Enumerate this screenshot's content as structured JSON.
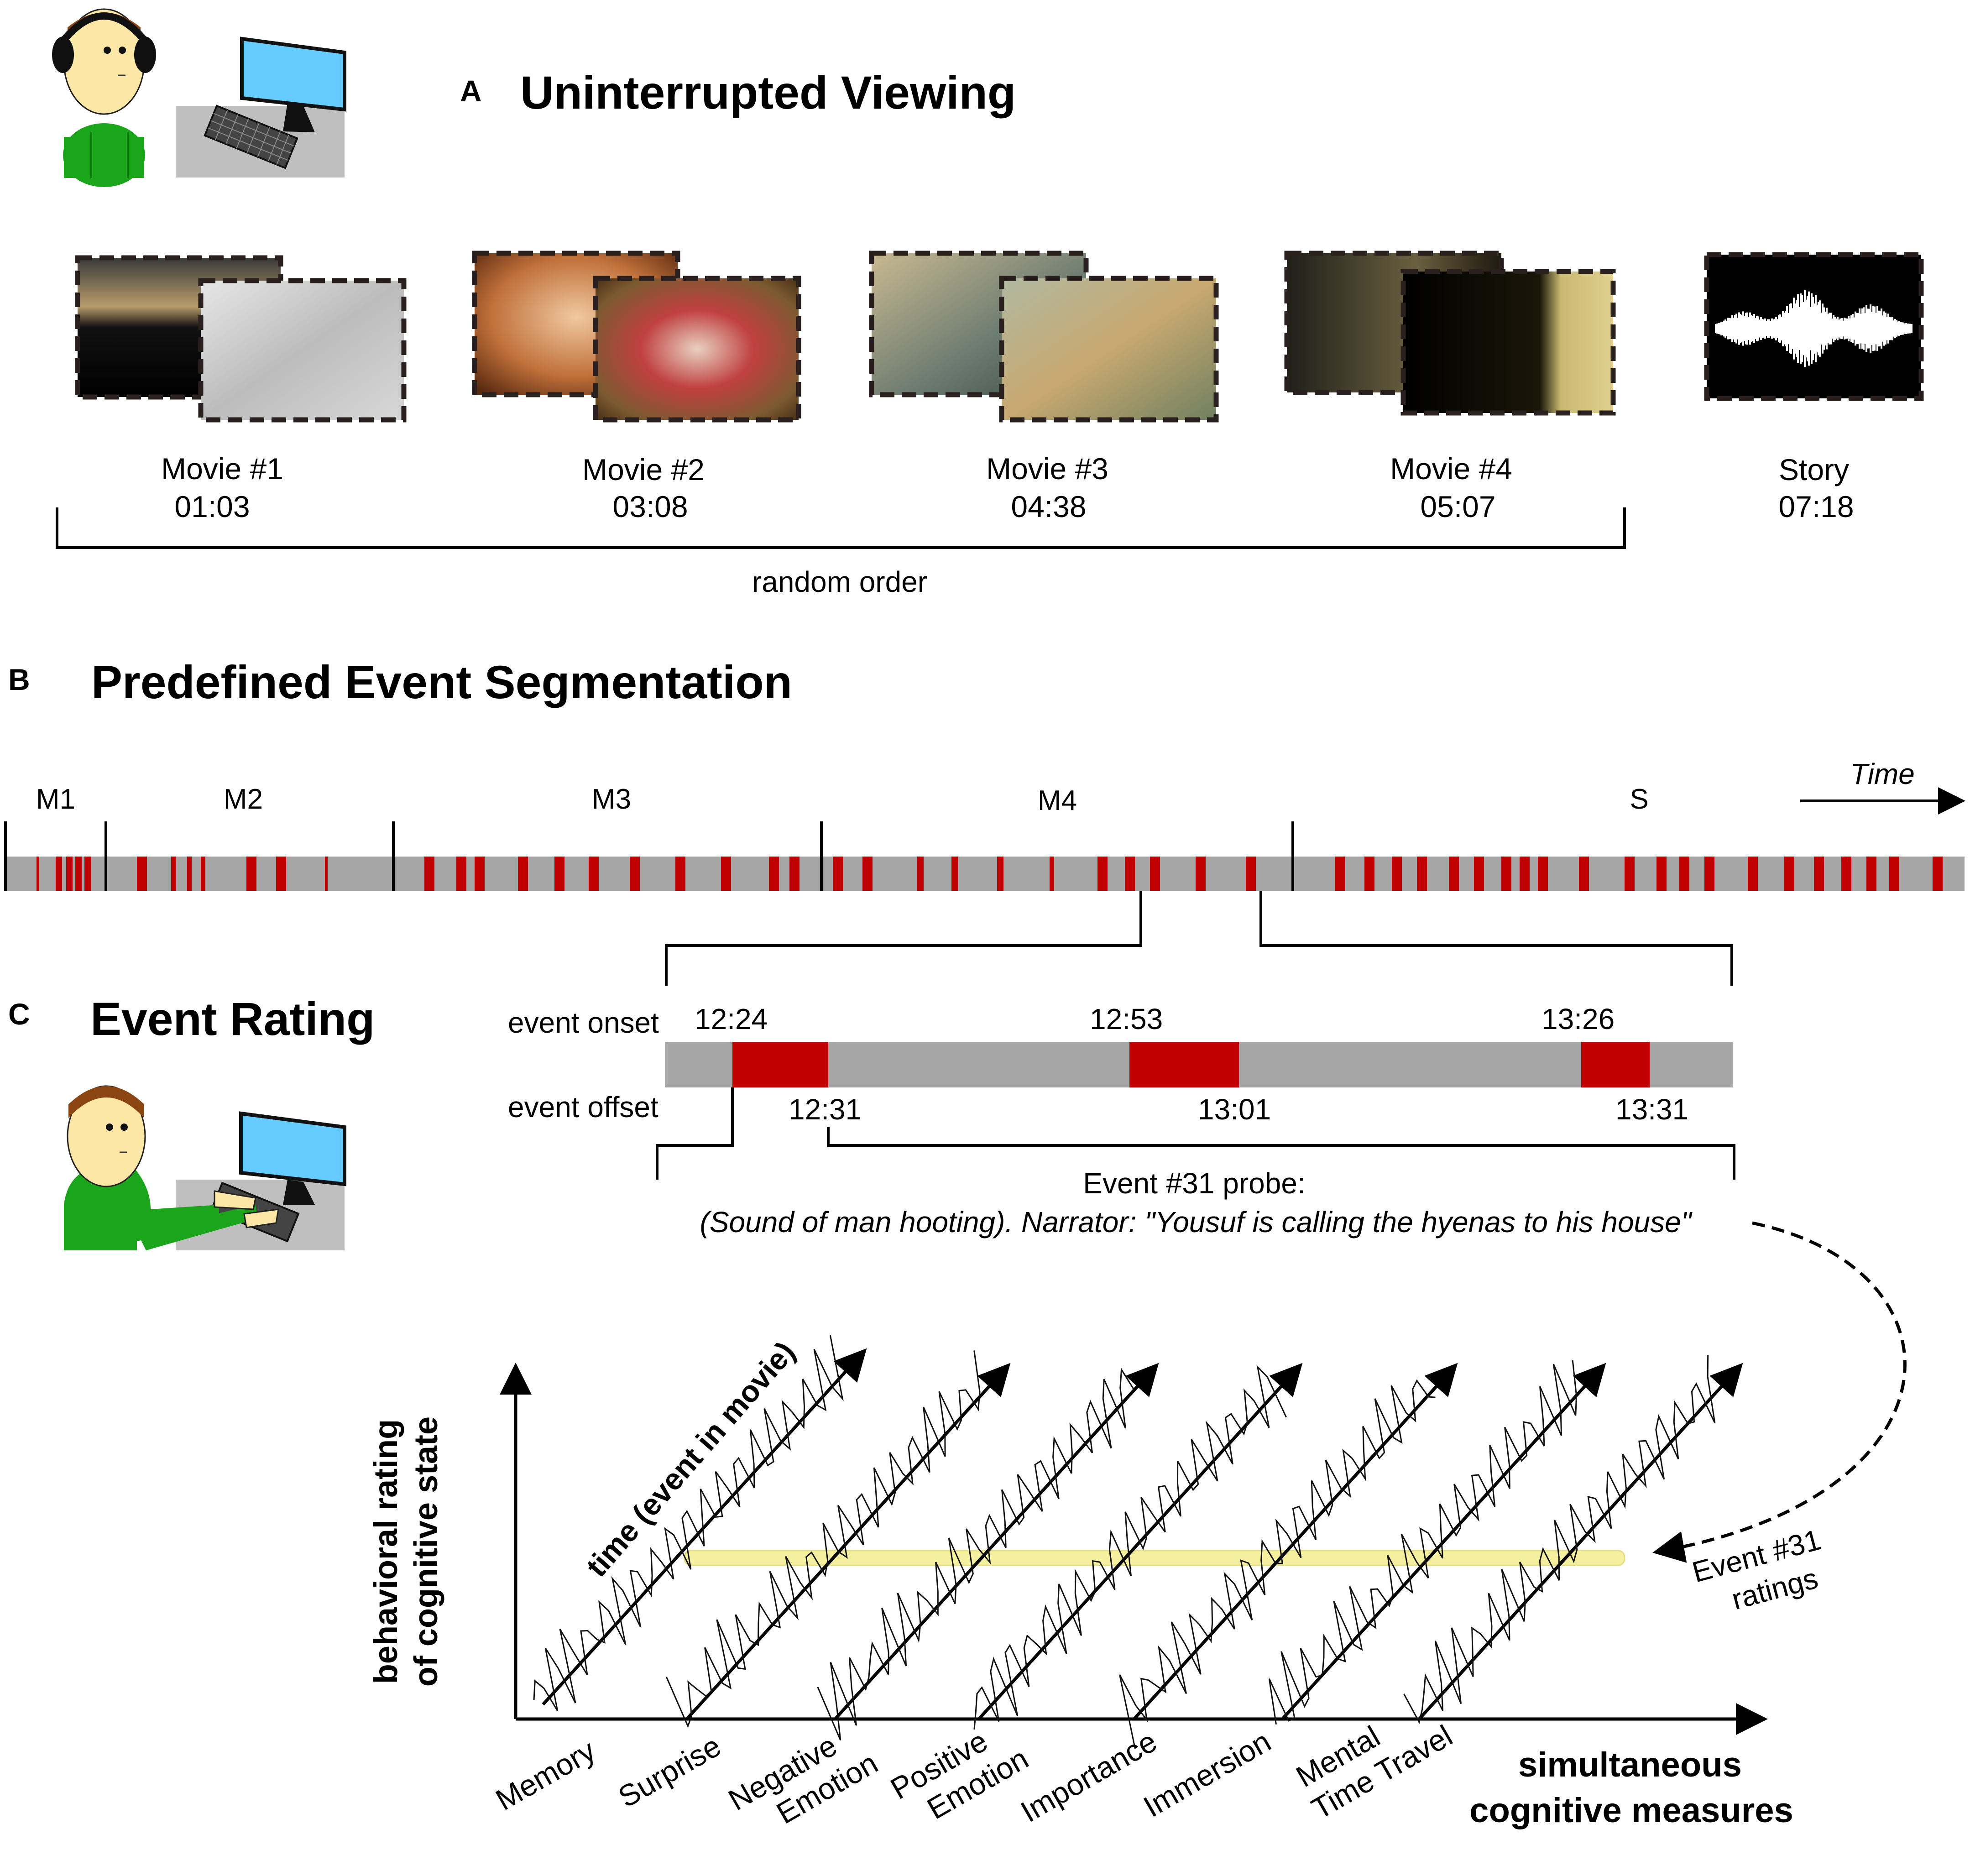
{
  "panel_a": {
    "letter": "A",
    "title": "Uninterrupted Viewing",
    "clips": [
      {
        "name": "Movie #1",
        "duration": "01:03"
      },
      {
        "name": "Movie #2",
        "duration": "03:08"
      },
      {
        "name": "Movie #3",
        "duration": "04:38"
      },
      {
        "name": "Movie #4",
        "duration": "05:07"
      },
      {
        "name": "Story",
        "duration": "07:18"
      }
    ],
    "order_label": "random order"
  },
  "panel_b": {
    "letter": "B",
    "title": "Predefined Event Segmentation",
    "time_label": "Time",
    "segments": [
      "M1",
      "M2",
      "M3",
      "M4",
      "S"
    ]
  },
  "panel_c": {
    "letter": "C",
    "title": "Event Rating",
    "onset_label": "event onset",
    "offset_label": "event offset",
    "onsets": [
      "12:24",
      "12:53",
      "13:26"
    ],
    "offsets": [
      "12:31",
      "13:01",
      "13:31"
    ],
    "probe_title": "Event #31 probe:",
    "probe_text": "(Sound of man hooting). Narrator: \"Yousuf is calling the hyenas to his house\"",
    "ratings_label_line1": "Event #31",
    "ratings_label_line2": "ratings",
    "y_label_line1": "behavioral rating",
    "y_label_line2": "of cognitive state",
    "time_axis_label": "time (event in movie)",
    "measures": [
      {
        "line1": "Memory",
        "line2": ""
      },
      {
        "line1": "Surprise",
        "line2": ""
      },
      {
        "line1": "Negative",
        "line2": "Emotion"
      },
      {
        "line1": "Positive",
        "line2": "Emotion"
      },
      {
        "line1": "Importance",
        "line2": ""
      },
      {
        "line1": "Immersion",
        "line2": ""
      },
      {
        "line1": "Mental",
        "line2": "Time Travel"
      }
    ],
    "x_axis_label_line1": "simultaneous",
    "x_axis_label_line2": "cognitive measures"
  },
  "colors": {
    "event_red": "#c00000",
    "track_gray": "#a6a6a6",
    "highlight_yellow": "#f5f0a0",
    "shirt_green": "#1aa51a",
    "skin": "#fde7a6",
    "hair": "#8b4513",
    "screen_blue": "#66ccff"
  }
}
